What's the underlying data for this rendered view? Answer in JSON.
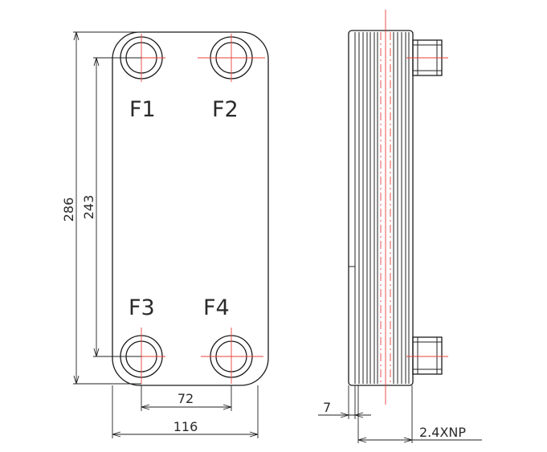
{
  "ports": {
    "f1": "F1",
    "f2": "F2",
    "f3": "F3",
    "f4": "F4"
  },
  "dimensions": {
    "total_height": "286",
    "port_vertical_distance": "243",
    "port_horizontal_distance": "72",
    "total_width": "116",
    "end_plate": "7",
    "pack_length": "2.4XNP"
  },
  "colors": {
    "outline": "#1a1a1a",
    "centerline": "#e8403a",
    "background": "#ffffff"
  }
}
